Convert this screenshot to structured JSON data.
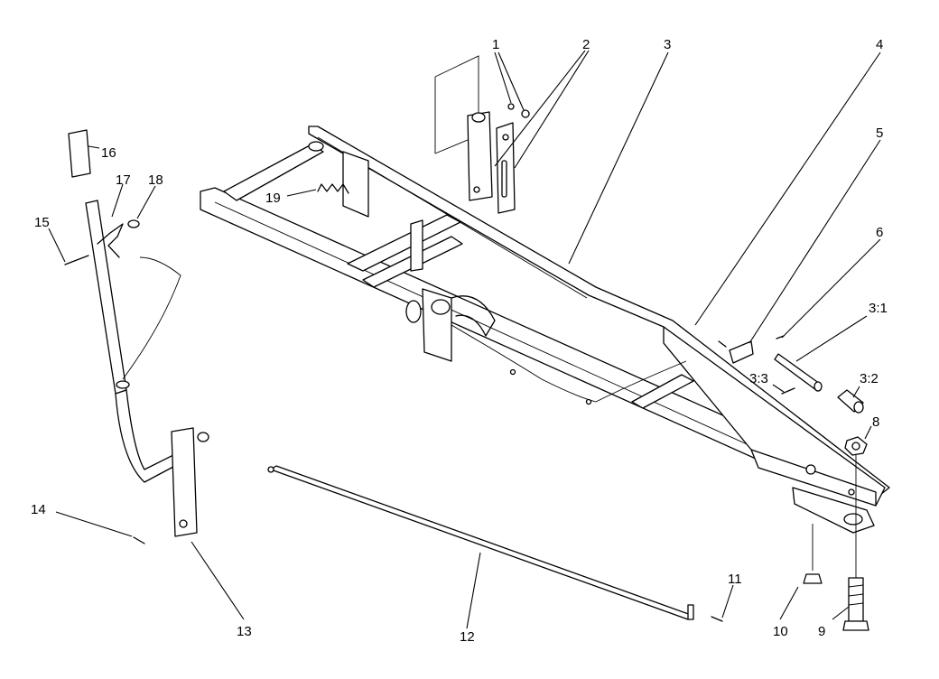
{
  "callouts": [
    {
      "id": "c1",
      "label": "1"
    },
    {
      "id": "c2",
      "label": "2"
    },
    {
      "id": "c3",
      "label": "3"
    },
    {
      "id": "c4",
      "label": "4"
    },
    {
      "id": "c5",
      "label": "5"
    },
    {
      "id": "c6",
      "label": "6"
    },
    {
      "id": "c31",
      "label": "3:1"
    },
    {
      "id": "c33",
      "label": "3:3"
    },
    {
      "id": "c32",
      "label": "3:2"
    },
    {
      "id": "c8",
      "label": "8"
    },
    {
      "id": "c16",
      "label": "16"
    },
    {
      "id": "c17",
      "label": "17"
    },
    {
      "id": "c18",
      "label": "18"
    },
    {
      "id": "c15",
      "label": "15"
    },
    {
      "id": "c19",
      "label": "19"
    },
    {
      "id": "c14",
      "label": "14"
    },
    {
      "id": "c13",
      "label": "13"
    },
    {
      "id": "c12",
      "label": "12"
    },
    {
      "id": "c11",
      "label": "11"
    },
    {
      "id": "c10",
      "label": "10"
    },
    {
      "id": "c9",
      "label": "9"
    }
  ]
}
